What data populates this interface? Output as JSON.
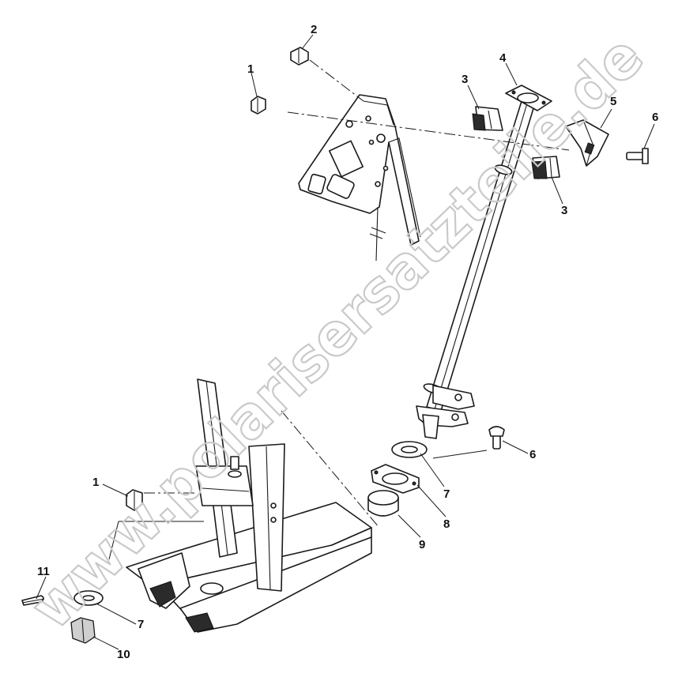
{
  "watermark": "www.polarisersatzteile.de",
  "callouts": [
    {
      "id": "c1a",
      "label": "1"
    },
    {
      "id": "c2",
      "label": "2"
    },
    {
      "id": "c3a",
      "label": "3"
    },
    {
      "id": "c4",
      "label": "4"
    },
    {
      "id": "c5",
      "label": "5"
    },
    {
      "id": "c6a",
      "label": "6"
    },
    {
      "id": "c3b",
      "label": "3"
    },
    {
      "id": "c6b",
      "label": "6"
    },
    {
      "id": "c7a",
      "label": "7"
    },
    {
      "id": "c8",
      "label": "8"
    },
    {
      "id": "c9",
      "label": "9"
    },
    {
      "id": "c1b",
      "label": "1"
    },
    {
      "id": "c11",
      "label": "11"
    },
    {
      "id": "c7b",
      "label": "7"
    },
    {
      "id": "c10",
      "label": "10"
    }
  ]
}
